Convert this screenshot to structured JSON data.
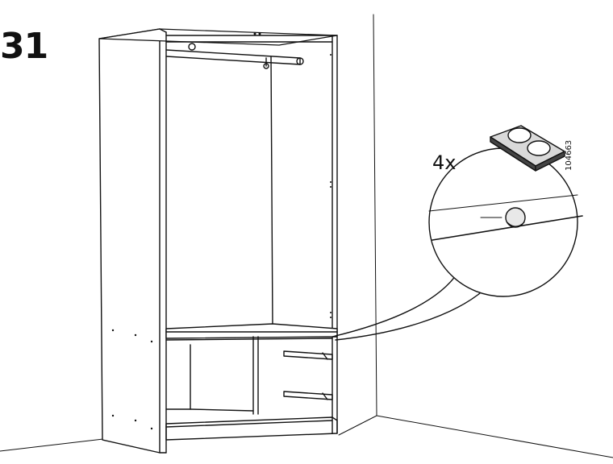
{
  "step": {
    "number": "31"
  },
  "callout": {
    "quantity": "4x",
    "part_number": "104663",
    "part_icon": "adhesive-bumper-pad-icon"
  },
  "colors": {
    "line": "#111111",
    "background": "#ffffff",
    "part_fill": "#d9d9d9"
  }
}
